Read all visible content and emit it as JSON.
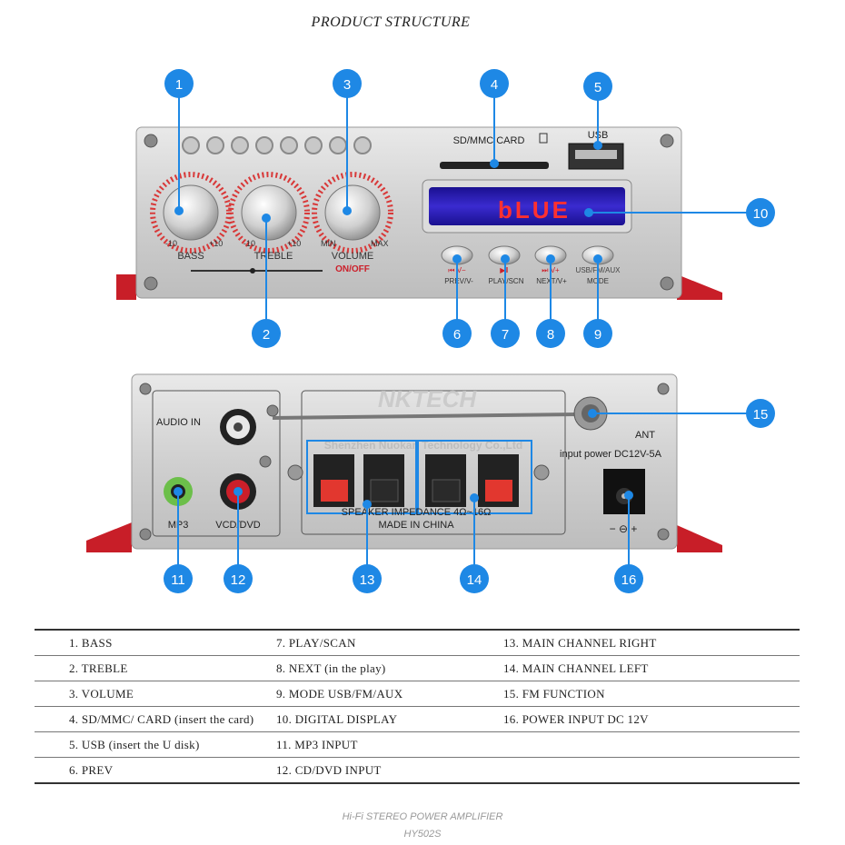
{
  "header": {
    "title": "PRODUCT STRUCTURE"
  },
  "front_panel": {
    "knobs": {
      "bass": {
        "label": "BASS",
        "min": "-10",
        "max": "+10"
      },
      "treble": {
        "label": "TREBLE",
        "min": "-10",
        "max": "+10"
      },
      "volume": {
        "label": "VOLUME",
        "min": "MIN",
        "max": "MAX",
        "sub": "ON/OFF"
      }
    },
    "card_label": "SD/MMC CARD",
    "usb_label": "USB",
    "display_text": "bLUE",
    "buttons": [
      {
        "top": "⏮ V−",
        "bottom": "PREV/V-"
      },
      {
        "top": "▶‖",
        "bottom": "PLAY/SCN"
      },
      {
        "top": "⏭ V+",
        "bottom": "NEXT/V+"
      },
      {
        "top": "USB/FM/AUX",
        "bottom": "MODE"
      }
    ]
  },
  "rear_panel": {
    "audio_in": "AUDIO IN",
    "mp3": "MP3",
    "vcd": "VCD/DVD",
    "watermark_brand": "NKTECH",
    "watermark_company": "Shenzhen Nuokan Technology Co.,Ltd",
    "speaker_line1": "SPEAKER  IMPEDANCE   4Ω~16Ω",
    "speaker_line2": "MADE IN CHINA",
    "ant": "ANT",
    "power": "input power  DC12V-5A",
    "polarity": "− ⊖ +"
  },
  "callouts": [
    "1",
    "2",
    "3",
    "4",
    "5",
    "6",
    "7",
    "8",
    "9",
    "10",
    "11",
    "12",
    "13",
    "14",
    "15",
    "16"
  ],
  "colors": {
    "callout": "#1e88e5",
    "accent_red": "#cc1f2a",
    "display_text": "#ff3030",
    "display_bg": "#3a2bd0"
  },
  "spec_table": {
    "rows": [
      [
        "1. BASS",
        "7. PLAY/SCAN",
        "13. MAIN CHANNEL RIGHT"
      ],
      [
        "2. TREBLE",
        "8. NEXT (in the play)",
        "14. MAIN CHANNEL LEFT"
      ],
      [
        "3. VOLUME",
        "9. MODE USB/FM/AUX",
        "15. FM FUNCTION"
      ],
      [
        "4. SD/MMC/ CARD (insert the card)",
        "10. DIGITAL DISPLAY",
        "16. POWER INPUT DC 12V"
      ],
      [
        "5. USB (insert the U disk)",
        "11. MP3 INPUT",
        ""
      ],
      [
        "6. PREV",
        "12. CD/DVD INPUT",
        ""
      ]
    ]
  },
  "footer": {
    "line1": "Hi-Fi STEREO POWER AMPLIFIER",
    "line2": "HY502S"
  }
}
